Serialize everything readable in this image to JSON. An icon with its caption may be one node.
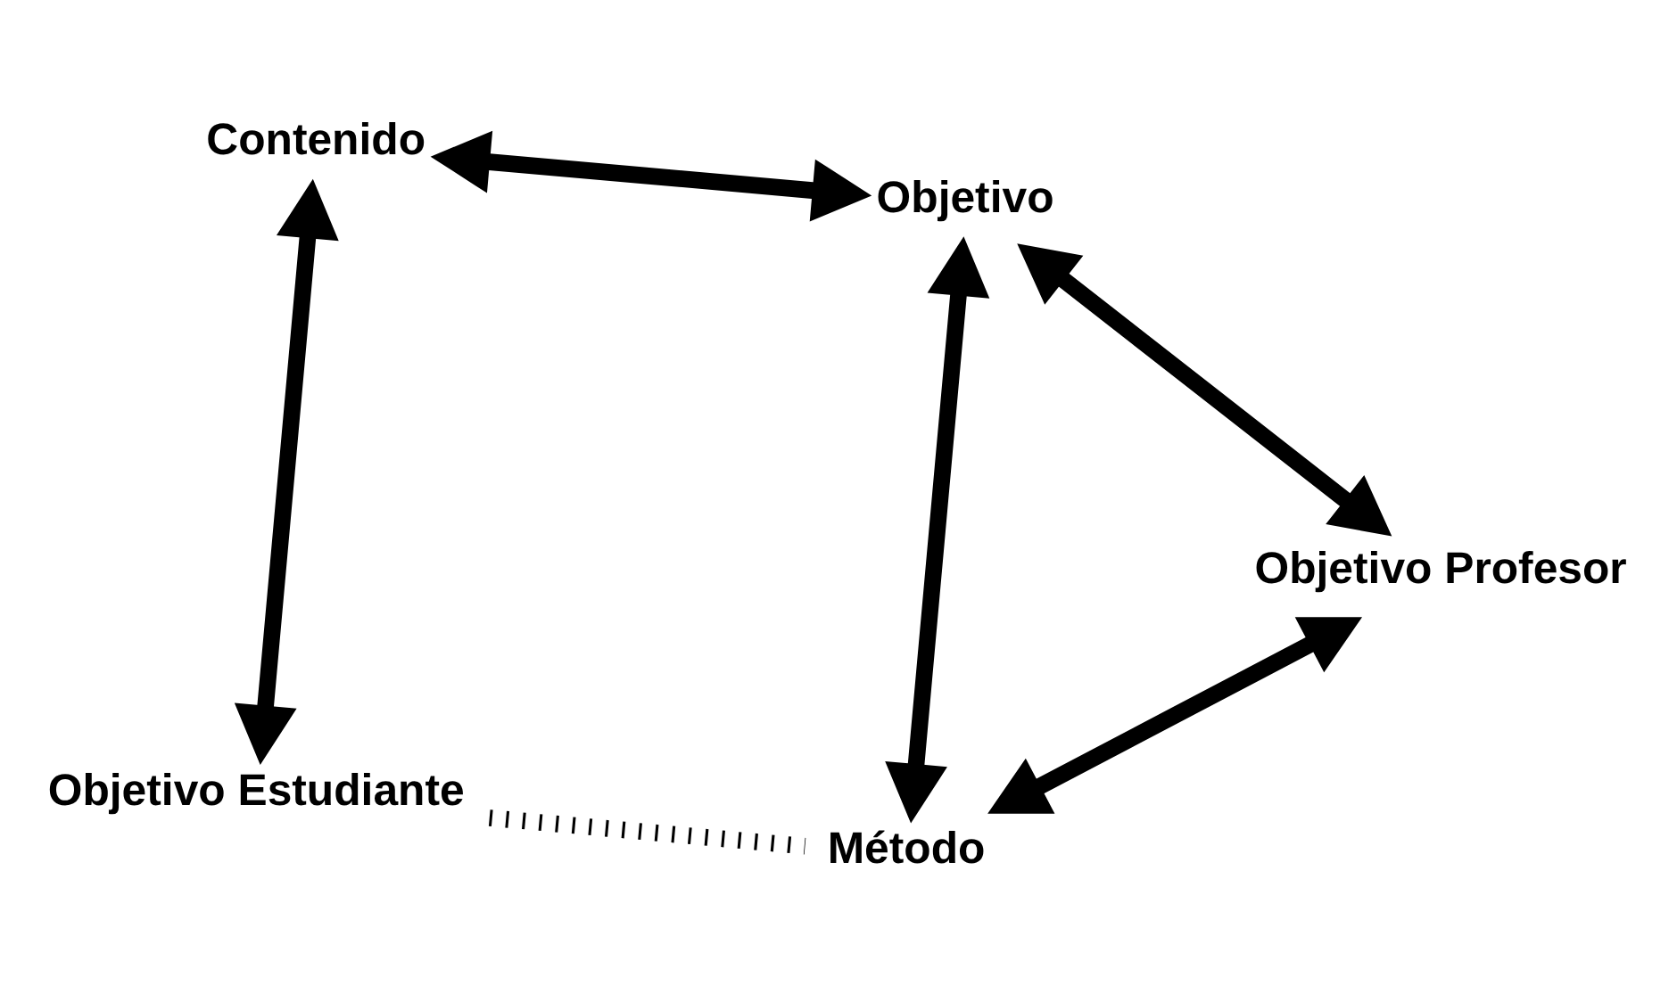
{
  "diagram": {
    "nodes": [
      {
        "text": [
          "Objetivo Profesor"
        ]
      },
      {
        "text": [
          "Objetivo"
        ]
      },
      {
        "text": [
          "Objetivo Estudiante"
        ]
      },
      {
        "text": [
          "Contenido"
        ]
      },
      {
        "text": [
          "Método"
        ]
      }
    ],
    "edges": [
      {
        "from": 0,
        "to": 1,
        "arrow": "both"
      },
      {
        "from": 2,
        "to": 3,
        "arrow": "both"
      },
      {
        "from": 3,
        "to": 1,
        "arrow": "both"
      },
      {
        "from": 4,
        "to": 1,
        "arrow": "both"
      },
      {
        "from": 4,
        "to": 0,
        "arrow": "both"
      },
      {
        "from": 2,
        "to": 4,
        "arrow": "none",
        "style": "dashed"
      }
    ]
  }
}
